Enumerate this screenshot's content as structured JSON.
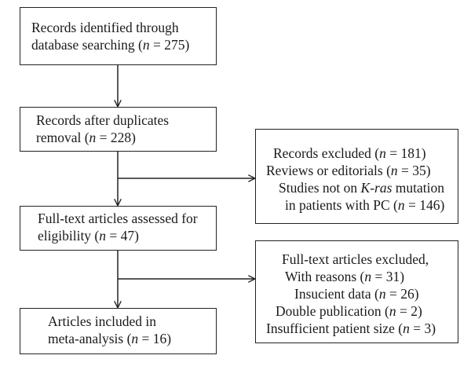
{
  "flow": {
    "identified": {
      "line1": "Records identified through",
      "line2_prefix": "database searching (",
      "n_symbol": "n",
      "line2_suffix": " = 275)"
    },
    "after_duplicates": {
      "line1": "Records after duplicates",
      "line2_prefix": "removal (",
      "n_symbol": "n",
      "line2_suffix": " = 228)"
    },
    "full_text_assessed": {
      "line1": "Full-text articles assessed for",
      "line2_prefix": "eligibility (",
      "n_symbol": "n",
      "line2_suffix": " = 47)"
    },
    "included": {
      "line1": "Articles included in",
      "line2_prefix": "meta-analysis (",
      "n_symbol": "n",
      "line2_suffix": " = 16)"
    }
  },
  "excluded_records": {
    "line1_prefix": "Records excluded (",
    "line1_n": "n",
    "line1_suffix": " = 181)",
    "line2_prefix": "Reviews or editorials (",
    "line2_n": "n",
    "line2_suffix": " = 35)",
    "line3_prefix": "Studies not on ",
    "line3_gene": "K-ras",
    "line3_suffix": " mutation",
    "line4_prefix": "in patients with PC (",
    "line4_n": "n",
    "line4_suffix": " = 146)"
  },
  "excluded_fulltext": {
    "line1": "Full-text articles excluded,",
    "line2_prefix": "With reasons (",
    "line2_n": "n",
    "line2_suffix": " = 31)",
    "line3": "Insucient data (26)",
    "line3_prefix": "Insucient data (",
    "line3_n": "n",
    "line3_suffix": " = 26)",
    "line4_prefix": "Double publication (",
    "line4_n": "n",
    "line4_suffix": " = 2)",
    "line5_prefix": "Insufficient patient size (",
    "line5_n": "n",
    "line5_suffix": " = 3)"
  }
}
